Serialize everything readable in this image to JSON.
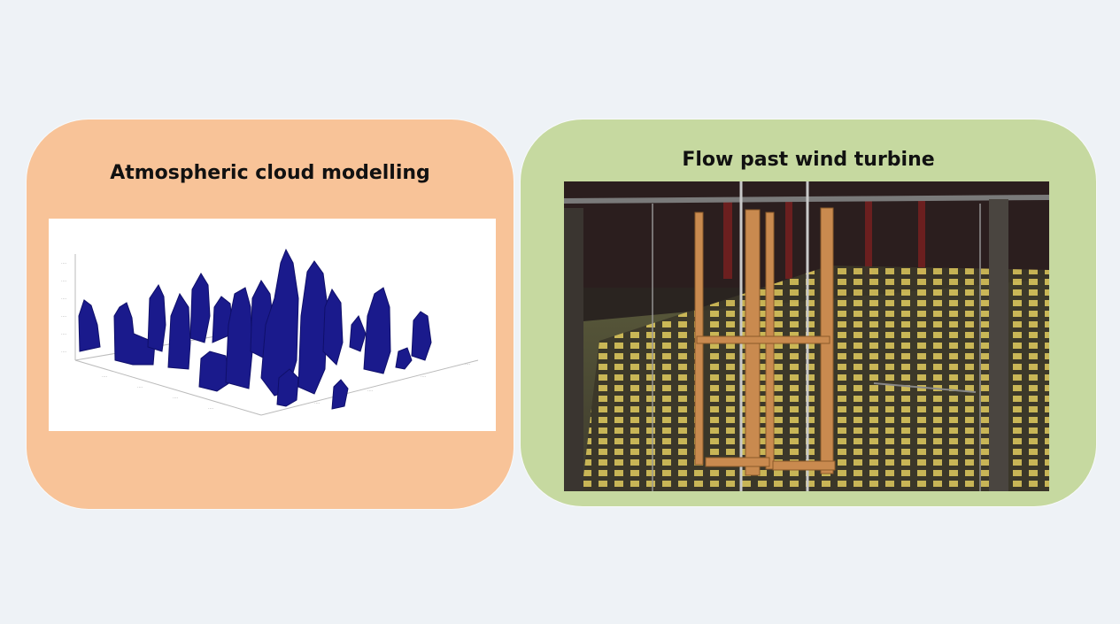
{
  "left_panel": {
    "title": "Atmospheric cloud modelling",
    "image": "3d-cloud-plot",
    "background": "#f8c398"
  },
  "right_panel": {
    "title": "Flow past wind turbine",
    "image": "wind-tunnel-photo",
    "background": "#c6d9a0"
  },
  "page_background": "#eef2f6"
}
